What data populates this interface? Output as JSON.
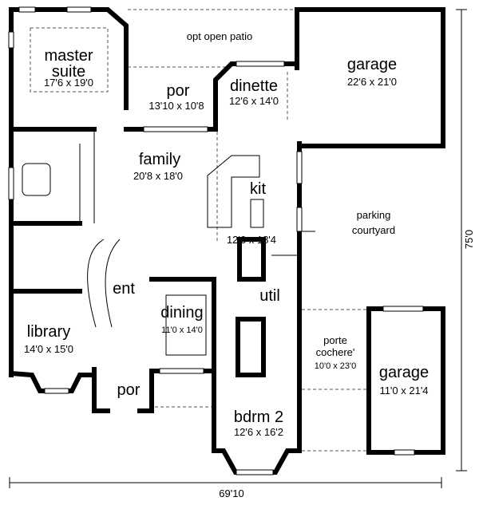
{
  "rooms": {
    "master_suite": {
      "name_1": "master",
      "name_2": "suite",
      "size": "17'6 x 19'0"
    },
    "patio": {
      "name": "opt open patio"
    },
    "por_rear": {
      "name": "por",
      "size": "13'10 x 10'8"
    },
    "dinette": {
      "name": "dinette",
      "size": "12'6 x 14'0"
    },
    "garage_1": {
      "name": "garage",
      "size": "22'6 x 21'0"
    },
    "family": {
      "name": "family",
      "size": "20'8 x 18'0"
    },
    "kitchen": {
      "name": "kit",
      "size": "12'6 x 18'4"
    },
    "parking": {
      "name_1": "parking",
      "name_2": "courtyard"
    },
    "entry": {
      "name": "ent"
    },
    "utility": {
      "name": "util"
    },
    "dining": {
      "name": "dining",
      "size": "11'0 x 14'0"
    },
    "library": {
      "name": "library",
      "size": "14'0 x 15'0"
    },
    "porte_cochere": {
      "name_1": "porte",
      "name_2": "cochere'",
      "size": "10'0 x 23'0"
    },
    "garage_2": {
      "name": "garage",
      "size": "11'0 x 21'4"
    },
    "por_front": {
      "name": "por"
    },
    "bedroom_2": {
      "name": "bdrm 2",
      "size": "12'6 x 16'2"
    }
  },
  "dimensions": {
    "width": "69'10",
    "depth": "75'0"
  }
}
